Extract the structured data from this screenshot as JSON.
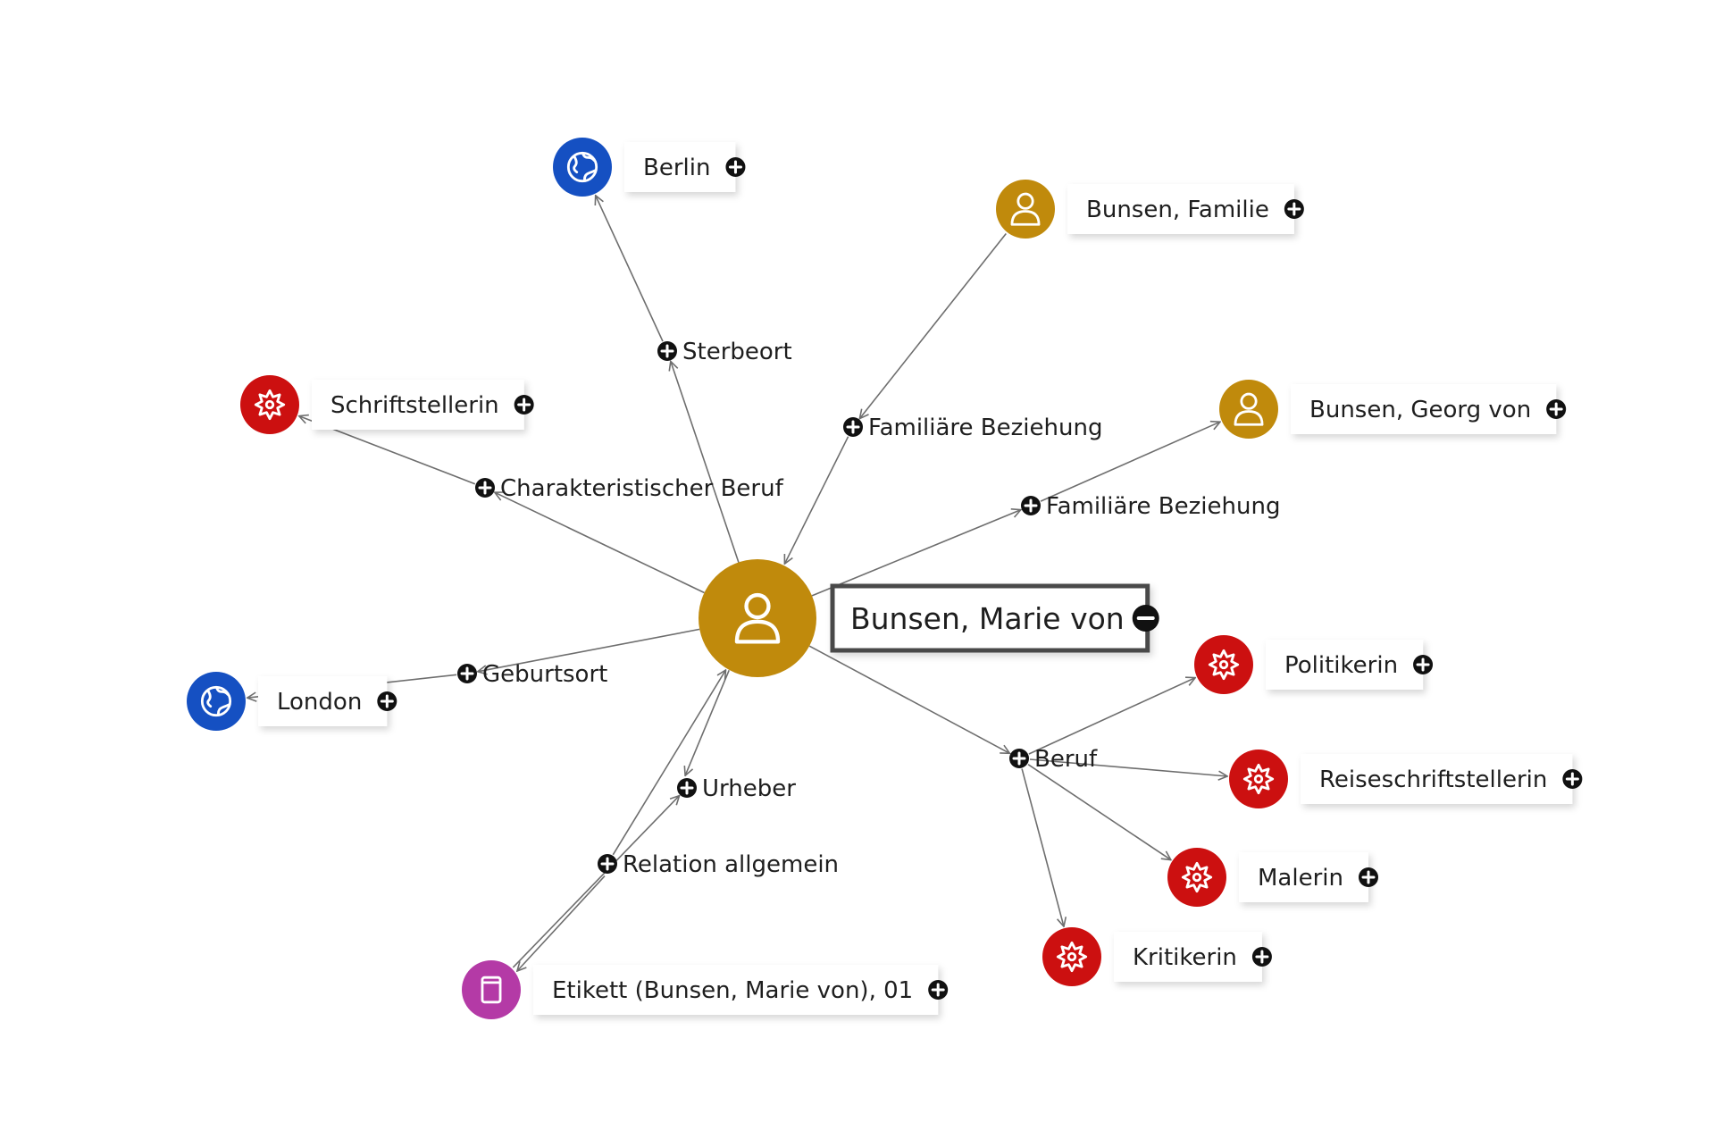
{
  "colors": {
    "person": "#c08a0c",
    "place": "#1550c2",
    "occupation": "#cc1010",
    "object": "#b43aa6",
    "edge": "#6e6e6e",
    "button": "#111111"
  },
  "center": {
    "label": "Bunsen, Marie von",
    "type": "person",
    "icon": "person-icon",
    "button": "collapse"
  },
  "nodes": [
    {
      "key": "berlin",
      "label": "Berlin",
      "type": "place",
      "icon": "globe-icon"
    },
    {
      "key": "familie",
      "label": "Bunsen, Familie",
      "type": "person",
      "icon": "person-icon"
    },
    {
      "key": "georg",
      "label": "Bunsen, Georg von",
      "type": "person",
      "icon": "person-icon"
    },
    {
      "key": "schrift",
      "label": "Schriftstellerin",
      "type": "occupation",
      "icon": "occupation-icon"
    },
    {
      "key": "london",
      "label": "London",
      "type": "place",
      "icon": "globe-icon"
    },
    {
      "key": "politik",
      "label": "Politikerin",
      "type": "occupation",
      "icon": "occupation-icon"
    },
    {
      "key": "reise",
      "label": "Reiseschriftstellerin",
      "type": "occupation",
      "icon": "occupation-icon"
    },
    {
      "key": "malerin",
      "label": "Malerin",
      "type": "occupation",
      "icon": "occupation-icon"
    },
    {
      "key": "kritik",
      "label": "Kritikerin",
      "type": "occupation",
      "icon": "occupation-icon"
    },
    {
      "key": "etikett",
      "label": "Etikett (Bunsen, Marie von), 01",
      "type": "object",
      "icon": "document-icon"
    }
  ],
  "relations": [
    {
      "key": "sterbeort",
      "label": "Sterbeort",
      "targets": [
        "berlin"
      ]
    },
    {
      "key": "fam1",
      "label": "Familiäre Beziehung",
      "targets": [
        "familie"
      ]
    },
    {
      "key": "fam2",
      "label": "Familiäre Beziehung",
      "targets": [
        "georg"
      ]
    },
    {
      "key": "charakt",
      "label": "Charakteristischer Beruf",
      "targets": [
        "schrift"
      ]
    },
    {
      "key": "geburt",
      "label": "Geburtsort",
      "targets": [
        "london"
      ]
    },
    {
      "key": "beruf",
      "label": "Beruf",
      "targets": [
        "politik",
        "reise",
        "malerin",
        "kritik"
      ]
    },
    {
      "key": "urheber",
      "label": "Urheber",
      "targets": [
        "etikett"
      ]
    },
    {
      "key": "relation",
      "label": "Relation allgemein",
      "targets": [
        "etikett"
      ]
    }
  ]
}
